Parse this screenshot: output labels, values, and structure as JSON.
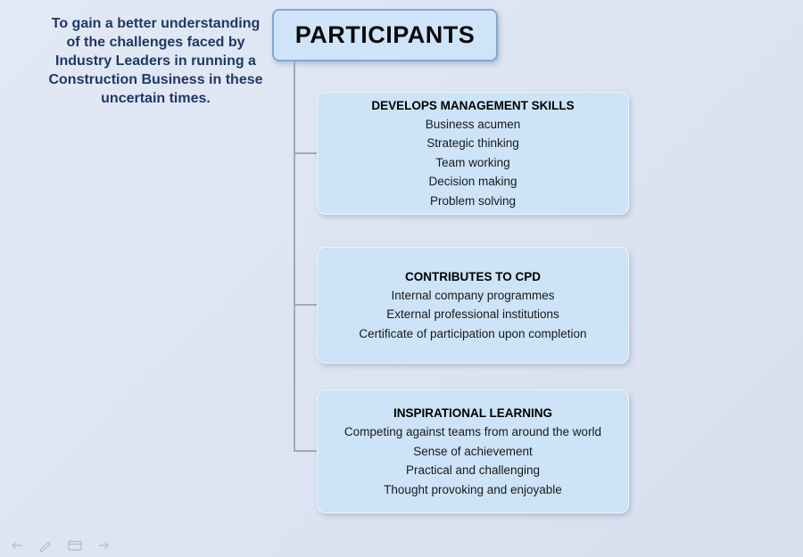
{
  "slide": {
    "intro_text": "To gain a better understanding of the challenges faced by Industry Leaders in running a Construction Business in these uncertain times.",
    "root_label": "PARTICIPANTS",
    "branches": [
      {
        "title": "DEVELOPS MANAGEMENT SKILLS",
        "items": [
          "Business acumen",
          "Strategic thinking",
          "Team working",
          "Decision making",
          "Problem solving"
        ]
      },
      {
        "title": "CONTRIBUTES TO CPD",
        "items": [
          "Internal company programmes",
          "External professional institutions",
          "Certificate of participation upon completion"
        ]
      },
      {
        "title": "INSPIRATIONAL LEARNING",
        "items": [
          "Competing against teams from around the world",
          "Sense of achievement",
          "Practical and challenging",
          "Thought provoking and enjoyable"
        ]
      }
    ],
    "colors": {
      "background": "#dde5f2",
      "box_fill": "#cce3f8",
      "root_border": "#7fa8d9",
      "connector": "#a3a9b3",
      "intro_text": "#1f3864"
    }
  },
  "presenter_controls": {
    "icons": [
      "previous-slide",
      "pen-tool",
      "slide-menu",
      "next-slide"
    ]
  }
}
